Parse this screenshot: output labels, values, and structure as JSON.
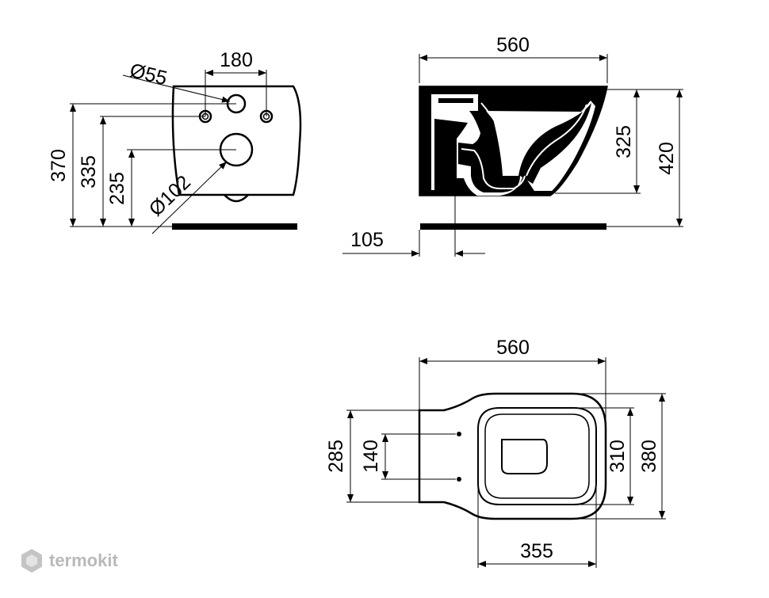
{
  "dimensions": {
    "front": {
      "d55": "Ø55",
      "w180": "180",
      "h370": "370",
      "h335": "335",
      "h235": "235",
      "d102": "Ø102"
    },
    "side": {
      "w560": "560",
      "h325": "325",
      "h420": "420",
      "d105": "105"
    },
    "top": {
      "w560": "560",
      "h285": "285",
      "h140": "140",
      "h310": "310",
      "h380": "380",
      "w355": "355"
    }
  },
  "watermark": {
    "text": "termokit",
    "icon": "hexagon-logo-icon",
    "color": "#b9b9b9"
  }
}
